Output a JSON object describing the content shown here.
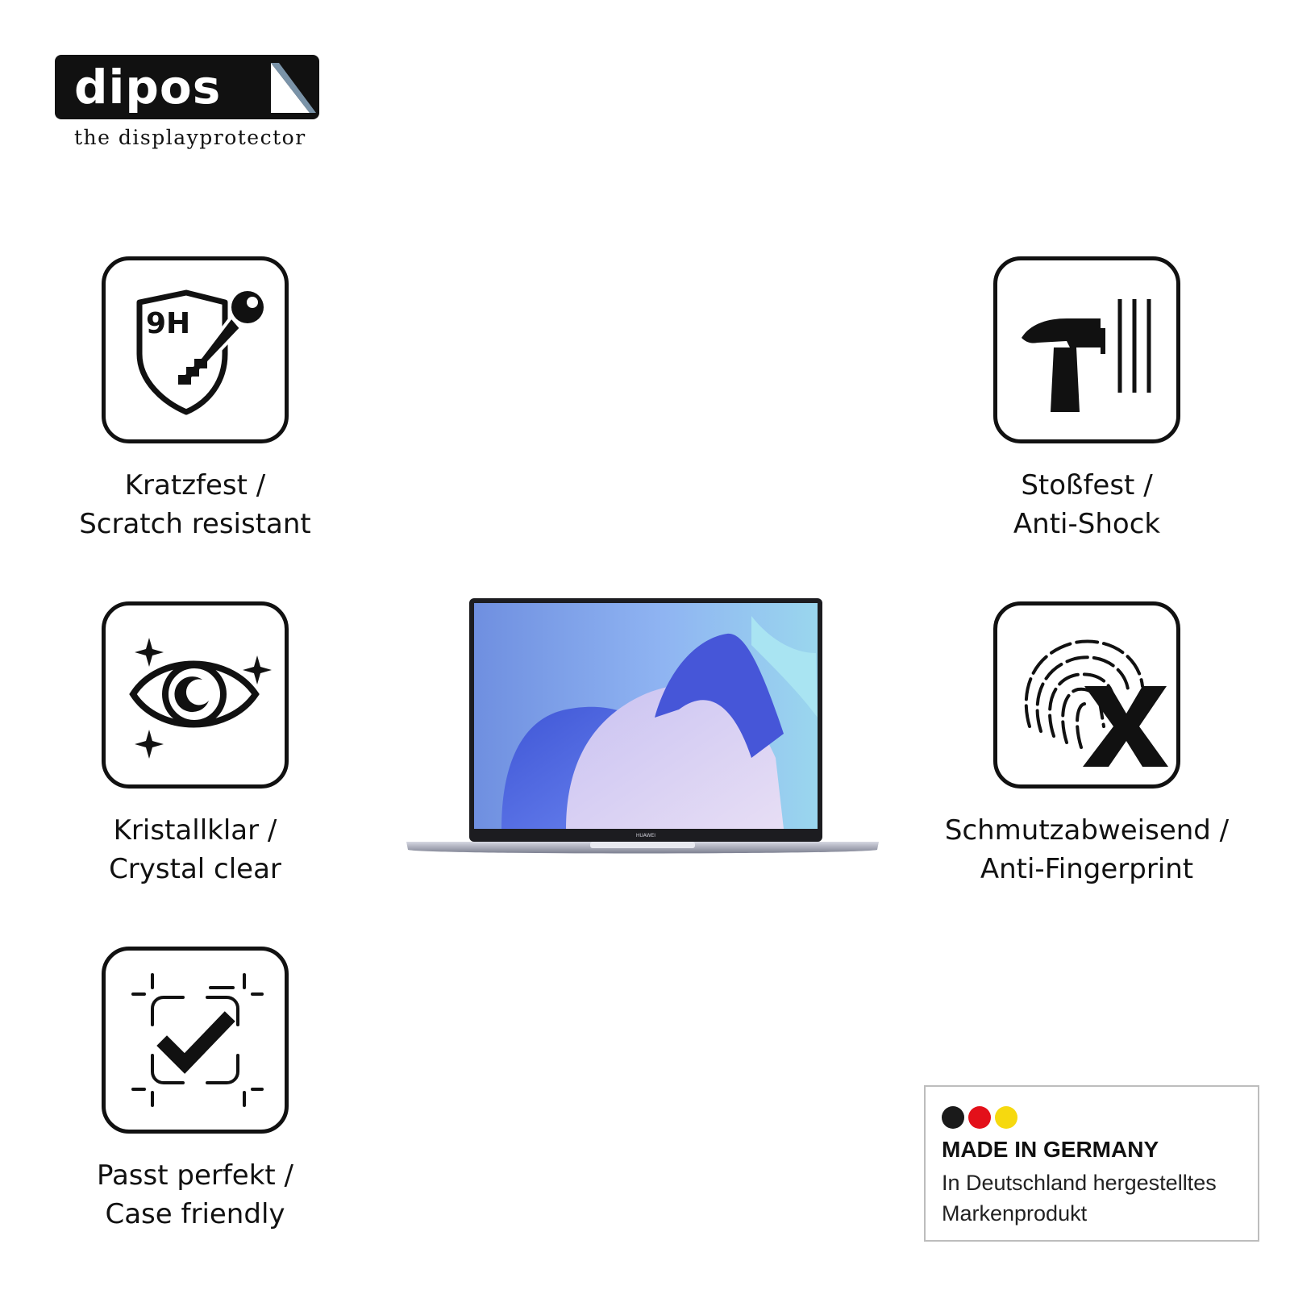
{
  "brand": {
    "name": "dipos",
    "tagline": "the displayprotector"
  },
  "features": [
    {
      "icon": "scratch-9h-key-icon",
      "line1": "Kratzfest /",
      "line2": "Scratch resistant"
    },
    {
      "icon": "hammer-shock-icon",
      "line1": "Stoßfest /",
      "line2": "Anti-Shock"
    },
    {
      "icon": "crystal-eye-icon",
      "line1": "Kristallklar /",
      "line2": "Crystal clear"
    },
    {
      "icon": "fingerprint-x-icon",
      "line1": "Schmutzabweisend /",
      "line2": "Anti-Fingerprint"
    },
    {
      "icon": "frame-check-icon",
      "line1": "Passt perfekt /",
      "line2": "Case friendly"
    }
  ],
  "icon_text": {
    "hardness": "9H"
  },
  "laptop": {
    "bezel_logo": "HUAWEI"
  },
  "badge": {
    "title": "MADE IN GERMANY",
    "line1": "In Deutschland hergestelltes",
    "line2": "Markenprodukt",
    "flag_colors": [
      "#1a1a1a",
      "#e3101a",
      "#f6d90f"
    ]
  }
}
